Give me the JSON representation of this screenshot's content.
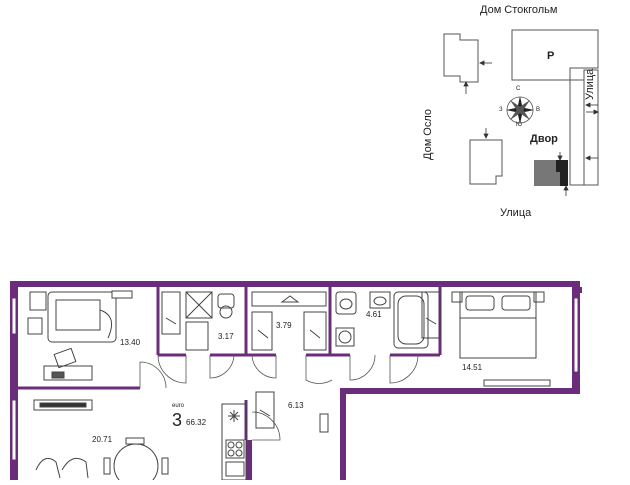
{
  "site_plan": {
    "building_stockholm": "Дом Стокгольм",
    "building_oslo": "Дом Осло",
    "parking": "P",
    "courtyard": "Двор",
    "street_bottom": "Улица",
    "street_right": "Улица",
    "compass": {
      "north": "С",
      "south": "Ю",
      "west": "З",
      "east": "В"
    }
  },
  "floor_plan": {
    "rooms": 3,
    "euro_label": "euro",
    "total_area": "66.32",
    "areas": {
      "living": "13.40",
      "bath_small": "3.17",
      "wardrobe": "3.79",
      "bath_large": "4.61",
      "bedroom": "14.51",
      "hall": "6.13",
      "kitchen_living": "20.71"
    }
  },
  "colors": {
    "wall": "#6b2d7b",
    "wall_light": "#c9a8d4",
    "line": "#444444",
    "accent_dark": "#333333",
    "accent_grey": "#777777"
  }
}
